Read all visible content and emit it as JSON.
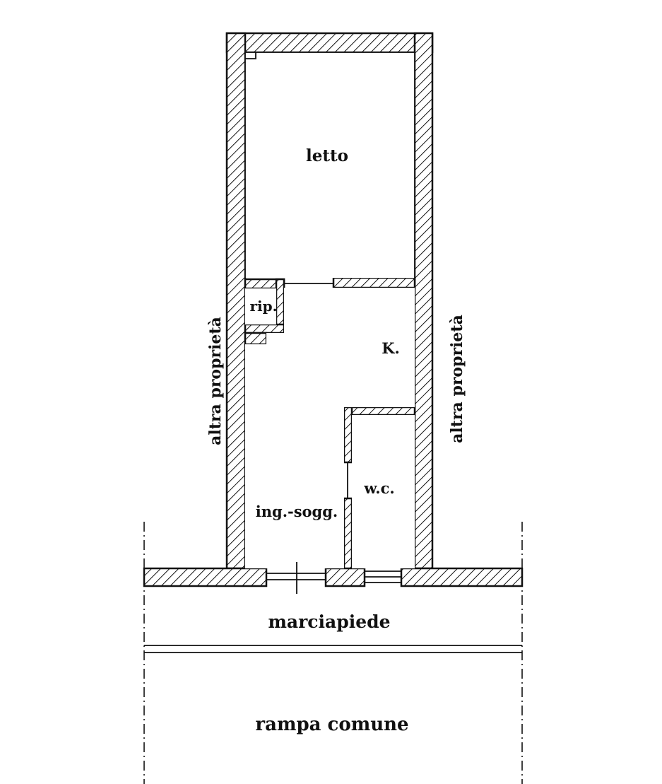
{
  "rooms": {
    "bedroom": "letto",
    "storage": "rip.",
    "kitchen": "K.",
    "wc": "w.c.",
    "entrance": "ing.-sogg."
  },
  "neighbors": {
    "left": "altra proprietà",
    "right": "altra proprietà"
  },
  "outside": {
    "sidewalk": "marciapiede",
    "ramp": "rampa comune"
  },
  "colors": {
    "ink": "#111111",
    "paper": "#ffffff"
  }
}
